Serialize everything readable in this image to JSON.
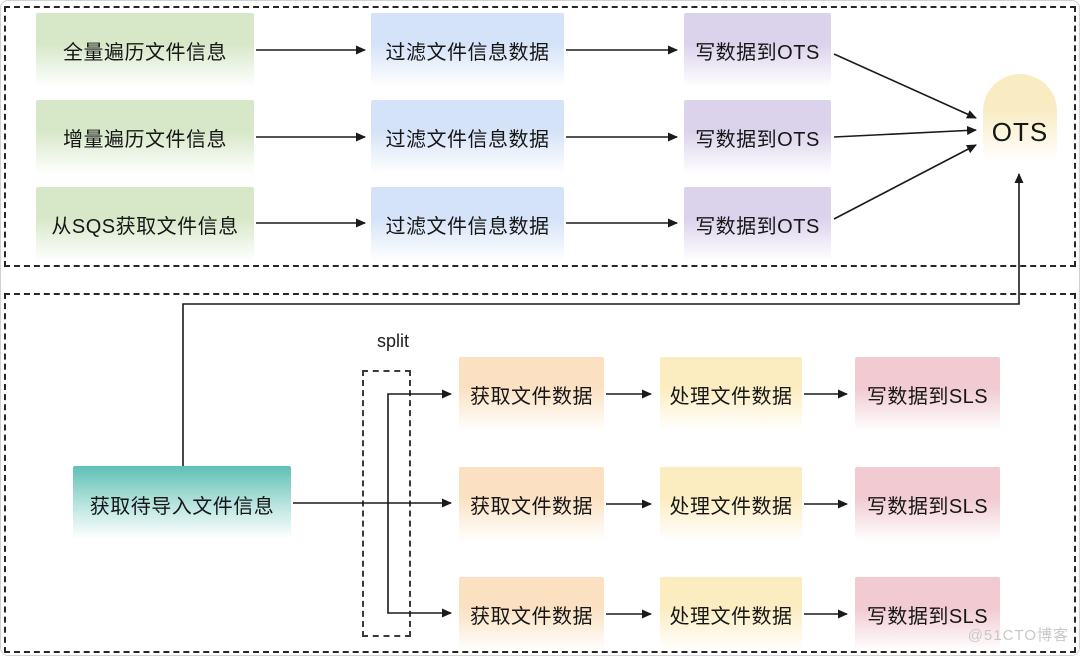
{
  "top_section": {
    "rows": [
      {
        "source": "全量遍历文件信息",
        "filter": "过滤文件信息数据",
        "write": "写数据到OTS"
      },
      {
        "source": "增量遍历文件信息",
        "filter": "过滤文件信息数据",
        "write": "写数据到OTS"
      },
      {
        "source": "从SQS获取文件信息",
        "filter": "过滤文件信息数据",
        "write": "写数据到OTS"
      }
    ],
    "database": {
      "label": "OTS"
    }
  },
  "bottom_section": {
    "source": {
      "label": "获取待导入文件信息"
    },
    "split_label": "split",
    "rows": [
      {
        "fetch": "获取文件数据",
        "process": "处理文件数据",
        "write": "写数据到SLS"
      },
      {
        "fetch": "获取文件数据",
        "process": "处理文件数据",
        "write": "写数据到SLS"
      },
      {
        "fetch": "获取文件数据",
        "process": "处理文件数据",
        "write": "写数据到SLS"
      }
    ]
  },
  "watermark": "@51CTO博客",
  "colors": {
    "green": "#d7e8c8",
    "blue": "#d4e3f8",
    "purple": "#dbd2ec",
    "orange": "#fbe1c2",
    "yellow": "#fcedc0",
    "pink": "#f1cad2",
    "teal": "#5fc0b5",
    "db": "#f9ecc3",
    "line": "#1a1a1a"
  }
}
